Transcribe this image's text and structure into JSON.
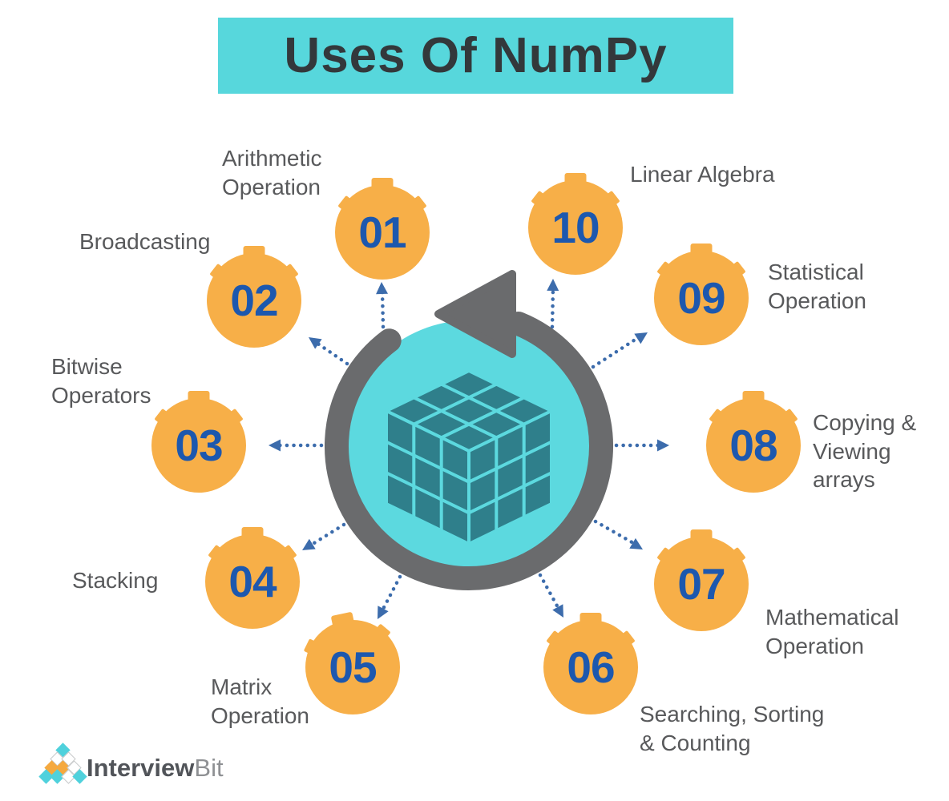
{
  "title": "Uses Of NumPy",
  "items": [
    {
      "number": "01",
      "label": "Arithmetic\nOperation"
    },
    {
      "number": "02",
      "label": "Broadcasting"
    },
    {
      "number": "03",
      "label": "Bitwise\nOperators"
    },
    {
      "number": "04",
      "label": "Stacking"
    },
    {
      "number": "05",
      "label": "Matrix\nOperation"
    },
    {
      "number": "06",
      "label": "Searching, Sorting\n& Counting"
    },
    {
      "number": "07",
      "label": "Mathematical\nOperation"
    },
    {
      "number": "08",
      "label": "Copying &\nViewing\narrays"
    },
    {
      "number": "09",
      "label": "Statistical\nOperation"
    },
    {
      "number": "10",
      "label": "Linear Algebra"
    }
  ],
  "icons": {
    "center_cube": "3d-array-cube",
    "center_ring": "refresh-cycle-arrow",
    "item_marker": "stopwatch",
    "connector": "dotted-arrow"
  },
  "brand": {
    "name_bold": "Interview",
    "name_light": "Bit"
  },
  "logo_pyramid": [
    [
      "c"
    ],
    [
      "w",
      "w"
    ],
    [
      "o",
      "o",
      "w"
    ],
    [
      "c",
      "c",
      "w",
      "c"
    ]
  ],
  "colors": {
    "accent_cyan": "#57D7DC",
    "accent_orange": "#F7AF48",
    "number_blue": "#1D58AE",
    "label_gray": "#58595B",
    "ring_gray": "#6A6B6D",
    "center_teal": "#5CD9DF",
    "cube_teal": "#2F7F8B",
    "arrow_blue": "#3C6CAC",
    "logo_cyan": "#4FD1DC",
    "logo_orange": "#F5A93F"
  }
}
